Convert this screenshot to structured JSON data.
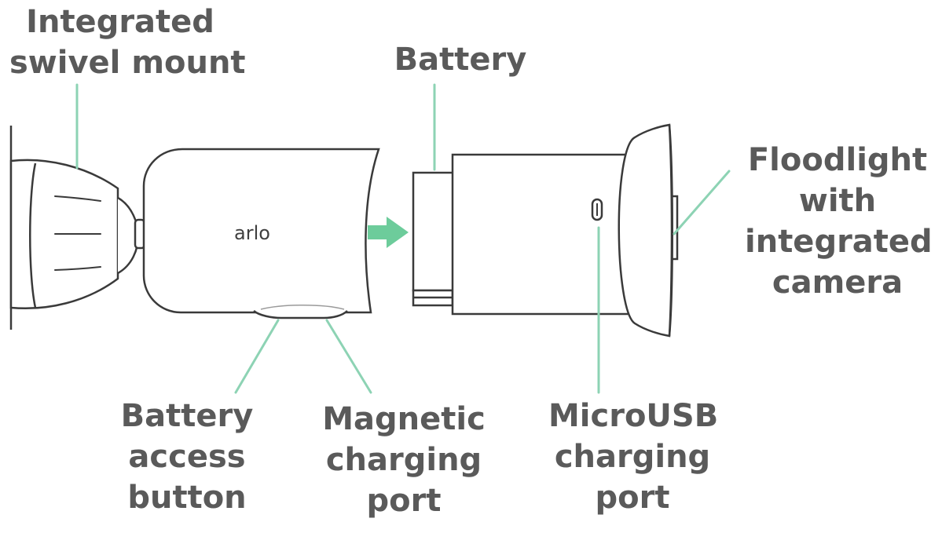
{
  "brand_text": "arlo",
  "callouts": {
    "swivel_mount": [
      "Integrated",
      "swivel mount"
    ],
    "battery": [
      "Battery"
    ],
    "floodlight": [
      "Floodlight",
      "with",
      "integrated",
      "camera"
    ],
    "battery_access": [
      "Battery",
      "access",
      "button"
    ],
    "magnetic_port": [
      "Magnetic",
      "charging",
      "port"
    ],
    "microusb_port": [
      "MicroUSB",
      "charging",
      "port"
    ]
  },
  "colors": {
    "leader_line": "#8dd3b4",
    "arrow": "#6dcc9b",
    "outline": "#3a3a3a",
    "label_text": "#5a5a5a"
  },
  "icons": {
    "insert_direction": "arrow-right-icon"
  }
}
